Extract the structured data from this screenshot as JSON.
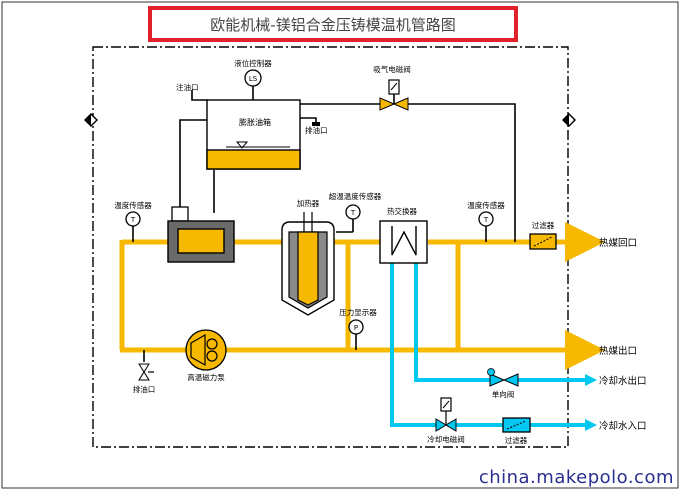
{
  "title": "欧能机械-镁铝合金压铸模温机管路图",
  "labels": {
    "level_controller": "液位控制器",
    "level_symbol": "LS",
    "oil_fill": "注油口",
    "expansion_tank": "膨胀油箱",
    "drain_tank": "排油口",
    "exhaust_valve": "吸气电磁阀",
    "temp_sensor_left": "温度传感器",
    "temp_sensor_right": "温度传感器",
    "heater": "加热器",
    "overtemp_sensor": "超温温度传感器",
    "heat_exchanger": "热交换器",
    "filter_top": "过滤器",
    "pressure_display": "压力显示器",
    "pump": "高温磁力泵",
    "drain_bottom": "排油口",
    "check_valve": "单向阀",
    "cooling_solenoid": "冷却电磁阀",
    "filter_bottom": "过滤器",
    "sensor_symbol": "T",
    "pressure_symbol": "P"
  },
  "ports": {
    "heat_return": "热媒回口",
    "heat_out": "热媒出口",
    "cool_out": "冷却水出口",
    "cool_in": "冷却水入口"
  },
  "colors": {
    "oil_pipe": "#f7b800",
    "water_pipe": "#00c8f0",
    "title_border": "#e0202a",
    "black": "#000000",
    "heater_inner": "#f7b800"
  },
  "watermark": "china.makepolo.com"
}
